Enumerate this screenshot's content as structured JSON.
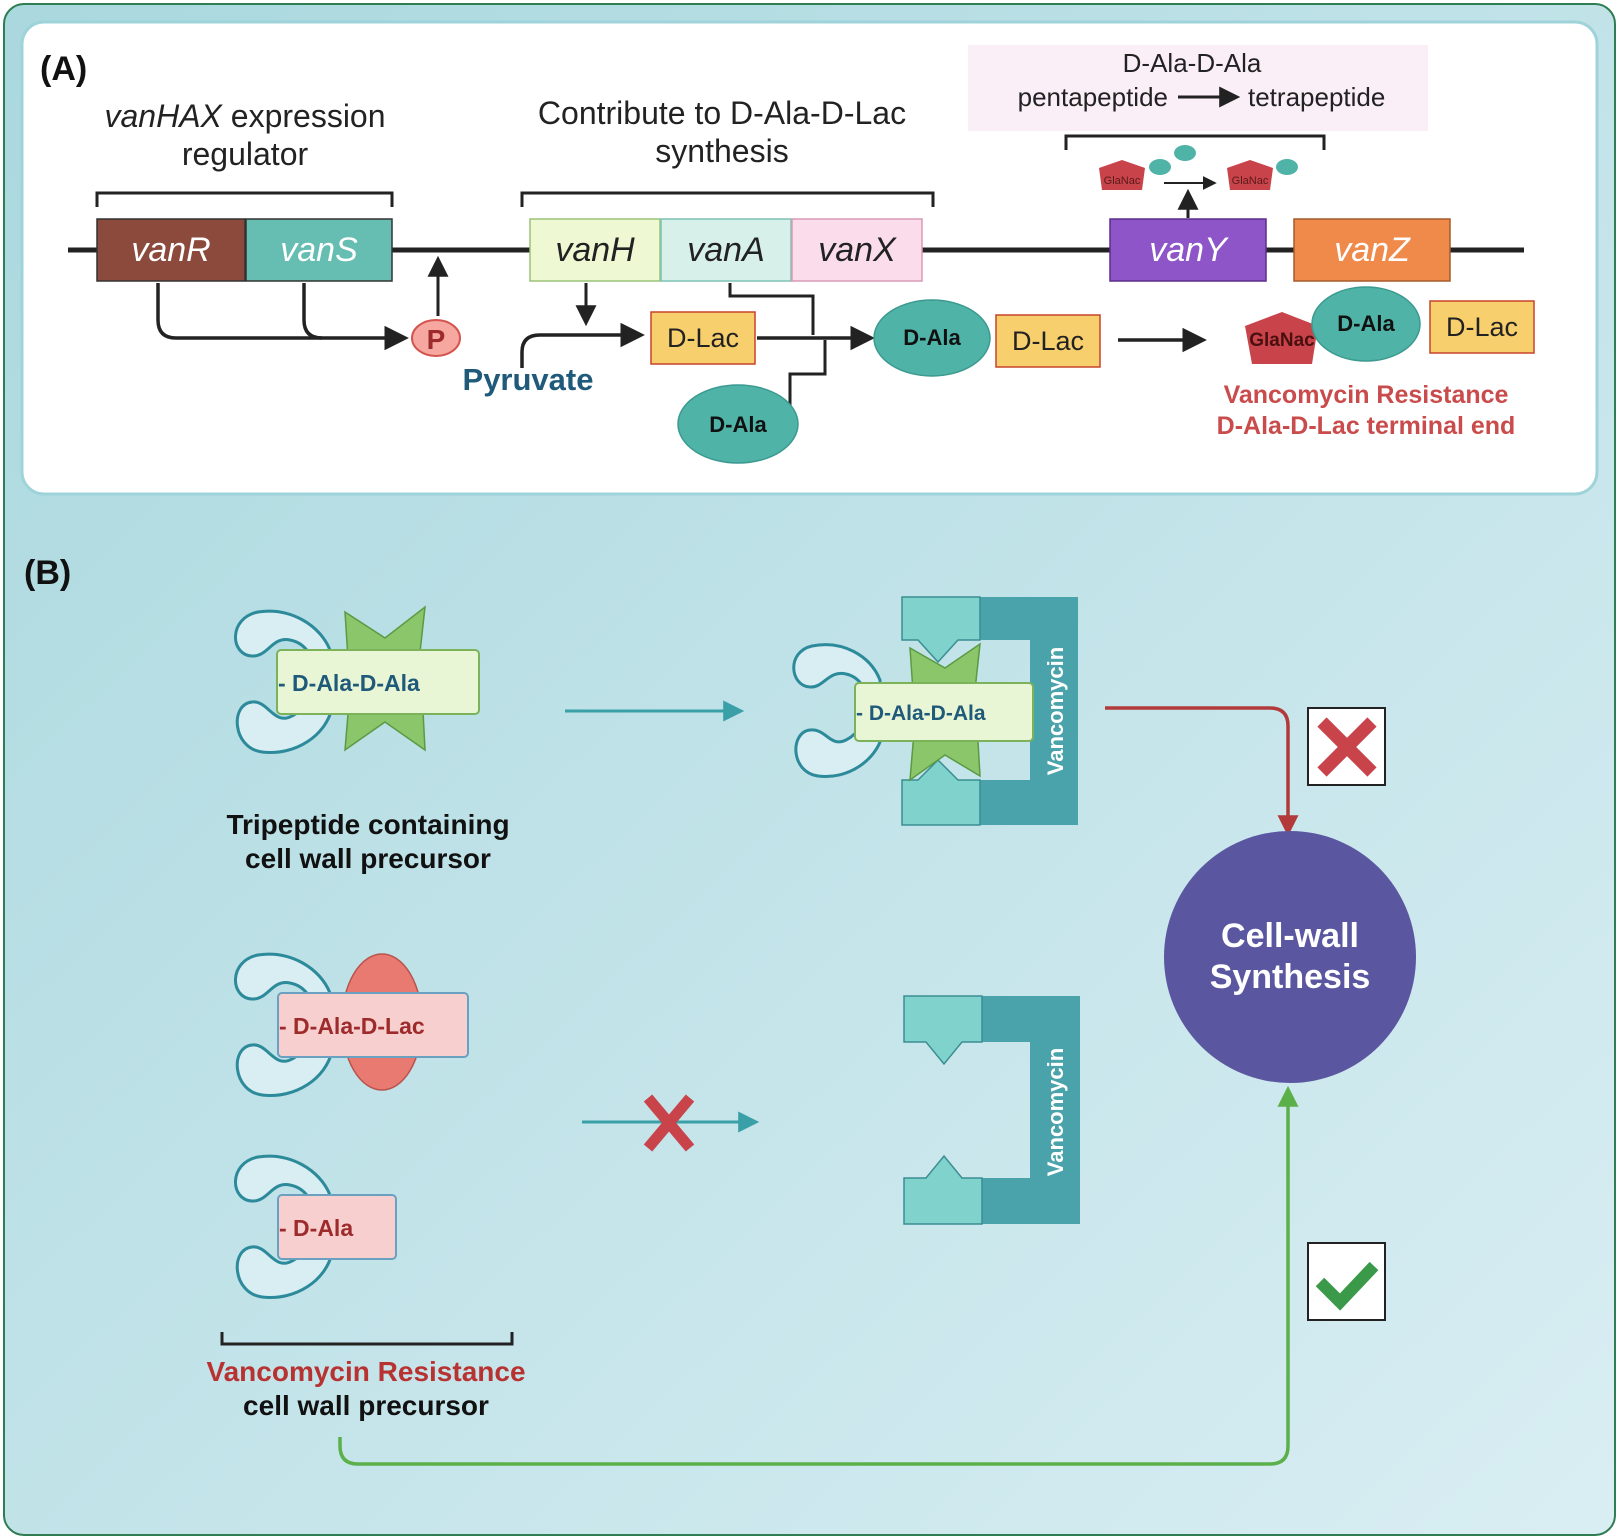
{
  "panel_a": {
    "label": "(A)",
    "regulator_title_italic": "vanHAX",
    "regulator_title_rest": " expression",
    "regulator_title_line2": "regulator",
    "synthesis_title_line1": "Contribute to D-Ala-D-Lac",
    "synthesis_title_line2": "synthesis",
    "vany_note_line1": "D-Ala-D-Ala",
    "vany_note_from": "pentapeptide",
    "vany_note_to": "tetrapeptide",
    "genes": {
      "vanR": "vanR",
      "vanS": "vanS",
      "vanH": "vanH",
      "vanA": "vanA",
      "vanX": "vanX",
      "vanY": "vanY",
      "vanZ": "vanZ"
    },
    "phospho": "P",
    "pyruvate": "Pyruvate",
    "dlac": "D-Lac",
    "dala": "D-Ala",
    "glanac": "GlaNac",
    "resistance_line1": "Vancomycin Resistance",
    "resistance_line2": "D-Ala-D-Lac terminal end"
  },
  "panel_b": {
    "label": "(B)",
    "precursor_dala_dala": "- D-Ala-D-Ala",
    "precursor_dala_dlac": "- D-Ala-D-Lac",
    "precursor_dala": "- D-Ala",
    "tripeptide_line1": "Tripeptide containing",
    "tripeptide_line2": "cell wall precursor",
    "vancomycin": "Vancomycin",
    "cellwall_line1": "Cell-wall",
    "cellwall_line2": "Synthesis",
    "resistance_line1": "Vancomycin Resistance",
    "resistance_line2": "cell wall precursor"
  },
  "colors": {
    "vanR": "#8b4a3c",
    "vanS": "#66bdb1",
    "vanH": "#eef8d2",
    "vanA": "#d7f0ea",
    "vanX": "#fbdcea",
    "vanY": "#8e55c8",
    "vanZ": "#f08a4b",
    "dlac": "#f7cf6d",
    "dala": "#4fb3a7",
    "glanac": "#c9434b",
    "resistance_text": "#c94b4b",
    "cell_wall": "#5a57a0",
    "vancomycin": "#4aa3aa",
    "bind_green": "#8cc66a",
    "bind_red": "#e87a72"
  }
}
